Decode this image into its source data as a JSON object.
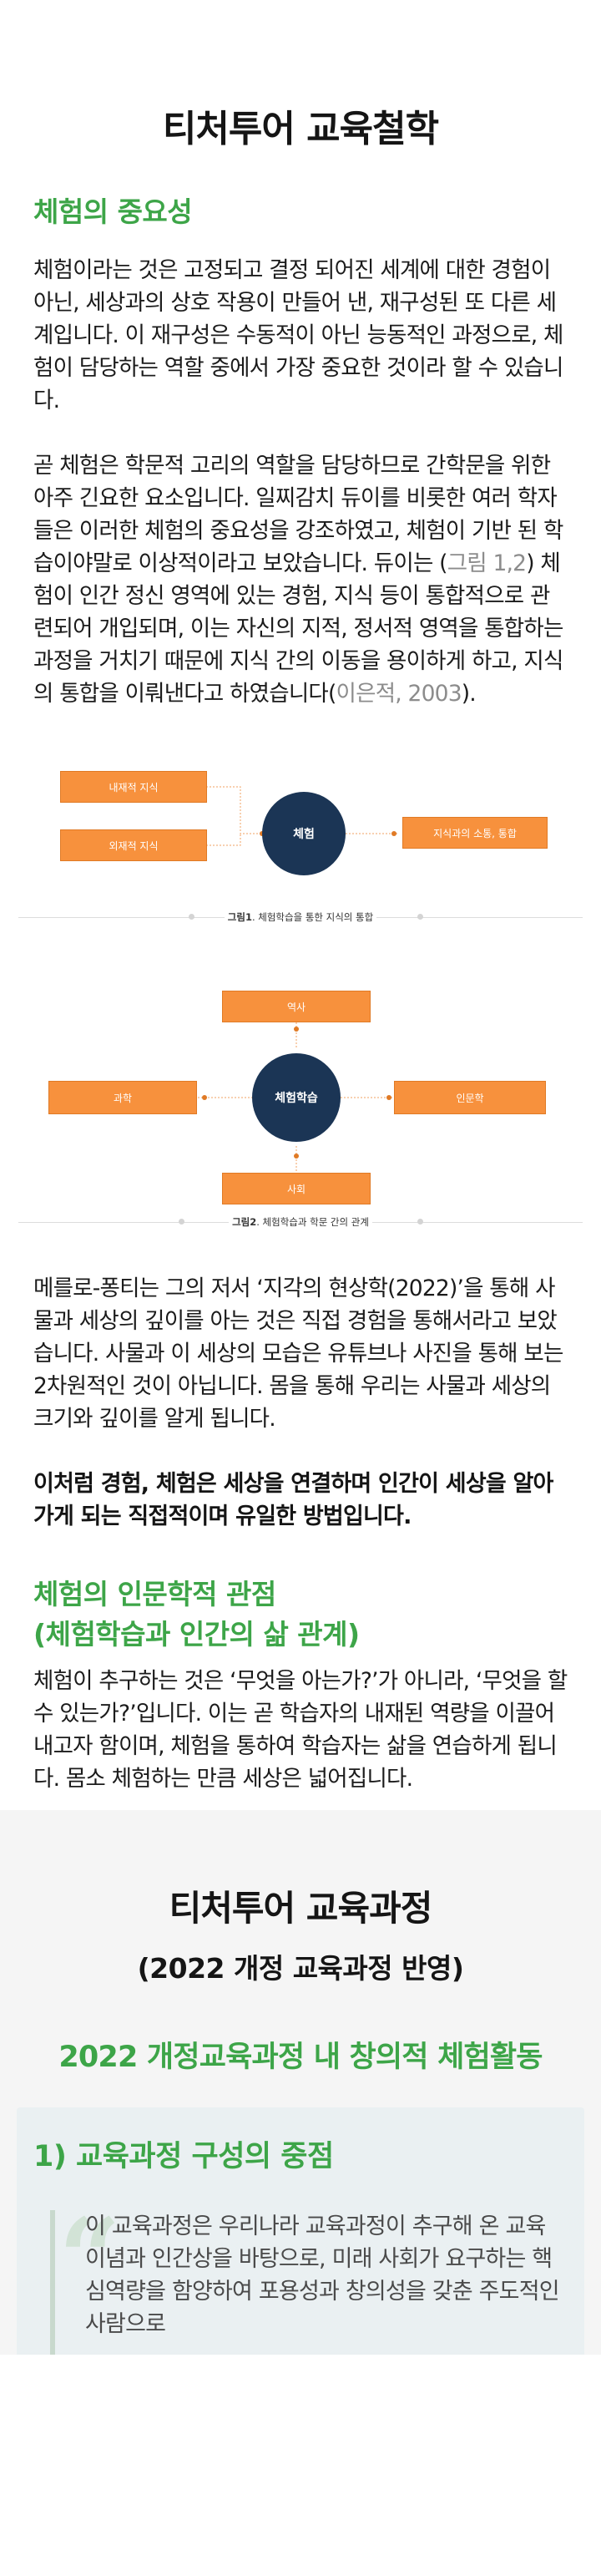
{
  "section1": {
    "title": "티처투어 교육철학",
    "heading": "체험의 중요성",
    "para1": "체험이라는 것은 고정되고 결정 되어진 세계에 대한 경험이 아닌, 세상과의 상호 작용이 만들어 낸, 재구성된 또 다른 세계입니다. 이 재구성은 수동적이 아닌 능동적인 과정으로, 체험이 담당하는 역할 중에서 가장 중요한 것이라 할 수 있습니다.",
    "para2a": "곧 체험은 학문적 고리의 역할을 담당하므로 간학문을 위한 아주 긴요한 요소입니다. 일찌감치 듀이를 비롯한 여러 학자들은 이러한 체험의 중요성을 강조하였고, 체험이 기반 된 학습이야말로 이상적이라고 보았습니다.",
    "para2b_start": "듀이는 (",
    "para2b_ref": "그림 1,2",
    "para2b_mid": ") 체험이 인간 정신 영역에 있는 경험, 지식 등이 통합적으로 관련되어 개입되며, 이는 자신의 지적, 정서적 영역을 통합하는 과정을 거치기 때문에 지식 간의 이동을 용이하게 하고, 지식의 통합을 이뤄낸다고 하였습니다(",
    "para2b_cite": "이은적, 2003",
    "para2b_end": ")."
  },
  "figure1": {
    "box_top": "내재적 지식",
    "box_bottom": "외재적 지식",
    "center": "체험",
    "box_right": "지식과의 소통, 통합",
    "caption_num": "그림1",
    "caption_text": ". 체험학습을 통한 지식의 통합"
  },
  "figure2": {
    "top": "역사",
    "left": "과학",
    "center": "체험학습",
    "right": "인문학",
    "bottom": "사회",
    "caption_num": "그림2",
    "caption_text": ". 체험학습과 학문 간의 관계"
  },
  "section1b": {
    "para3": "메를로-퐁티는 그의 저서 ‘지각의 현상학(2022)’을 통해 사물과 세상의 깊이를 아는 것은 직접 경험을 통해서라고 보았습니다. 사물과 이 세상의 모습은 유튜브나 사진을 통해 보는 2차원적인 것이 아닙니다. 몸을 통해 우리는 사물과 세상의 크기와 깊이를 알게 됩니다.",
    "bold": "이처럼 경험, 체험은 세상을 연결하며 인간이 세상을 알아가게 되는 직접적이며 유일한 방법입니다.",
    "heading2_line1": "체험의 인문학적 관점",
    "heading2_line2": "(체험학습과 인간의 삶 관계)",
    "para4": "체험이 추구하는 것은 ‘무엇을 아는가?’가 아니라, ‘무엇을 할 수 있는가?’입니다. 이는 곧 학습자의 내재된 역량을 이끌어 내고자 함이며, 체험을 통하여 학습자는 삶을 연습하게 됩니다. 몸소 체험하는 만큼 세상은 넓어집니다."
  },
  "section2": {
    "title": "티처투어 교육과정",
    "subtitle": "(2022 개정 교육과정 반영)",
    "heading": "2022 개정교육과정 내 창의적 체험활동",
    "card_heading": "1) 교육과정 구성의 중점",
    "quote_mark": "“",
    "quote": "이 교육과정은 우리나라 교육과정이 추구해 온 교육 이념과 인간상을 바탕으로, 미래 사회가 요구하는 핵심역량을 함양하여 포용성과 창의성을 갖춘 주도적인 사람으로"
  },
  "colors": {
    "green": "#3da548",
    "orange": "#f7913d",
    "navy": "#1b3555"
  }
}
